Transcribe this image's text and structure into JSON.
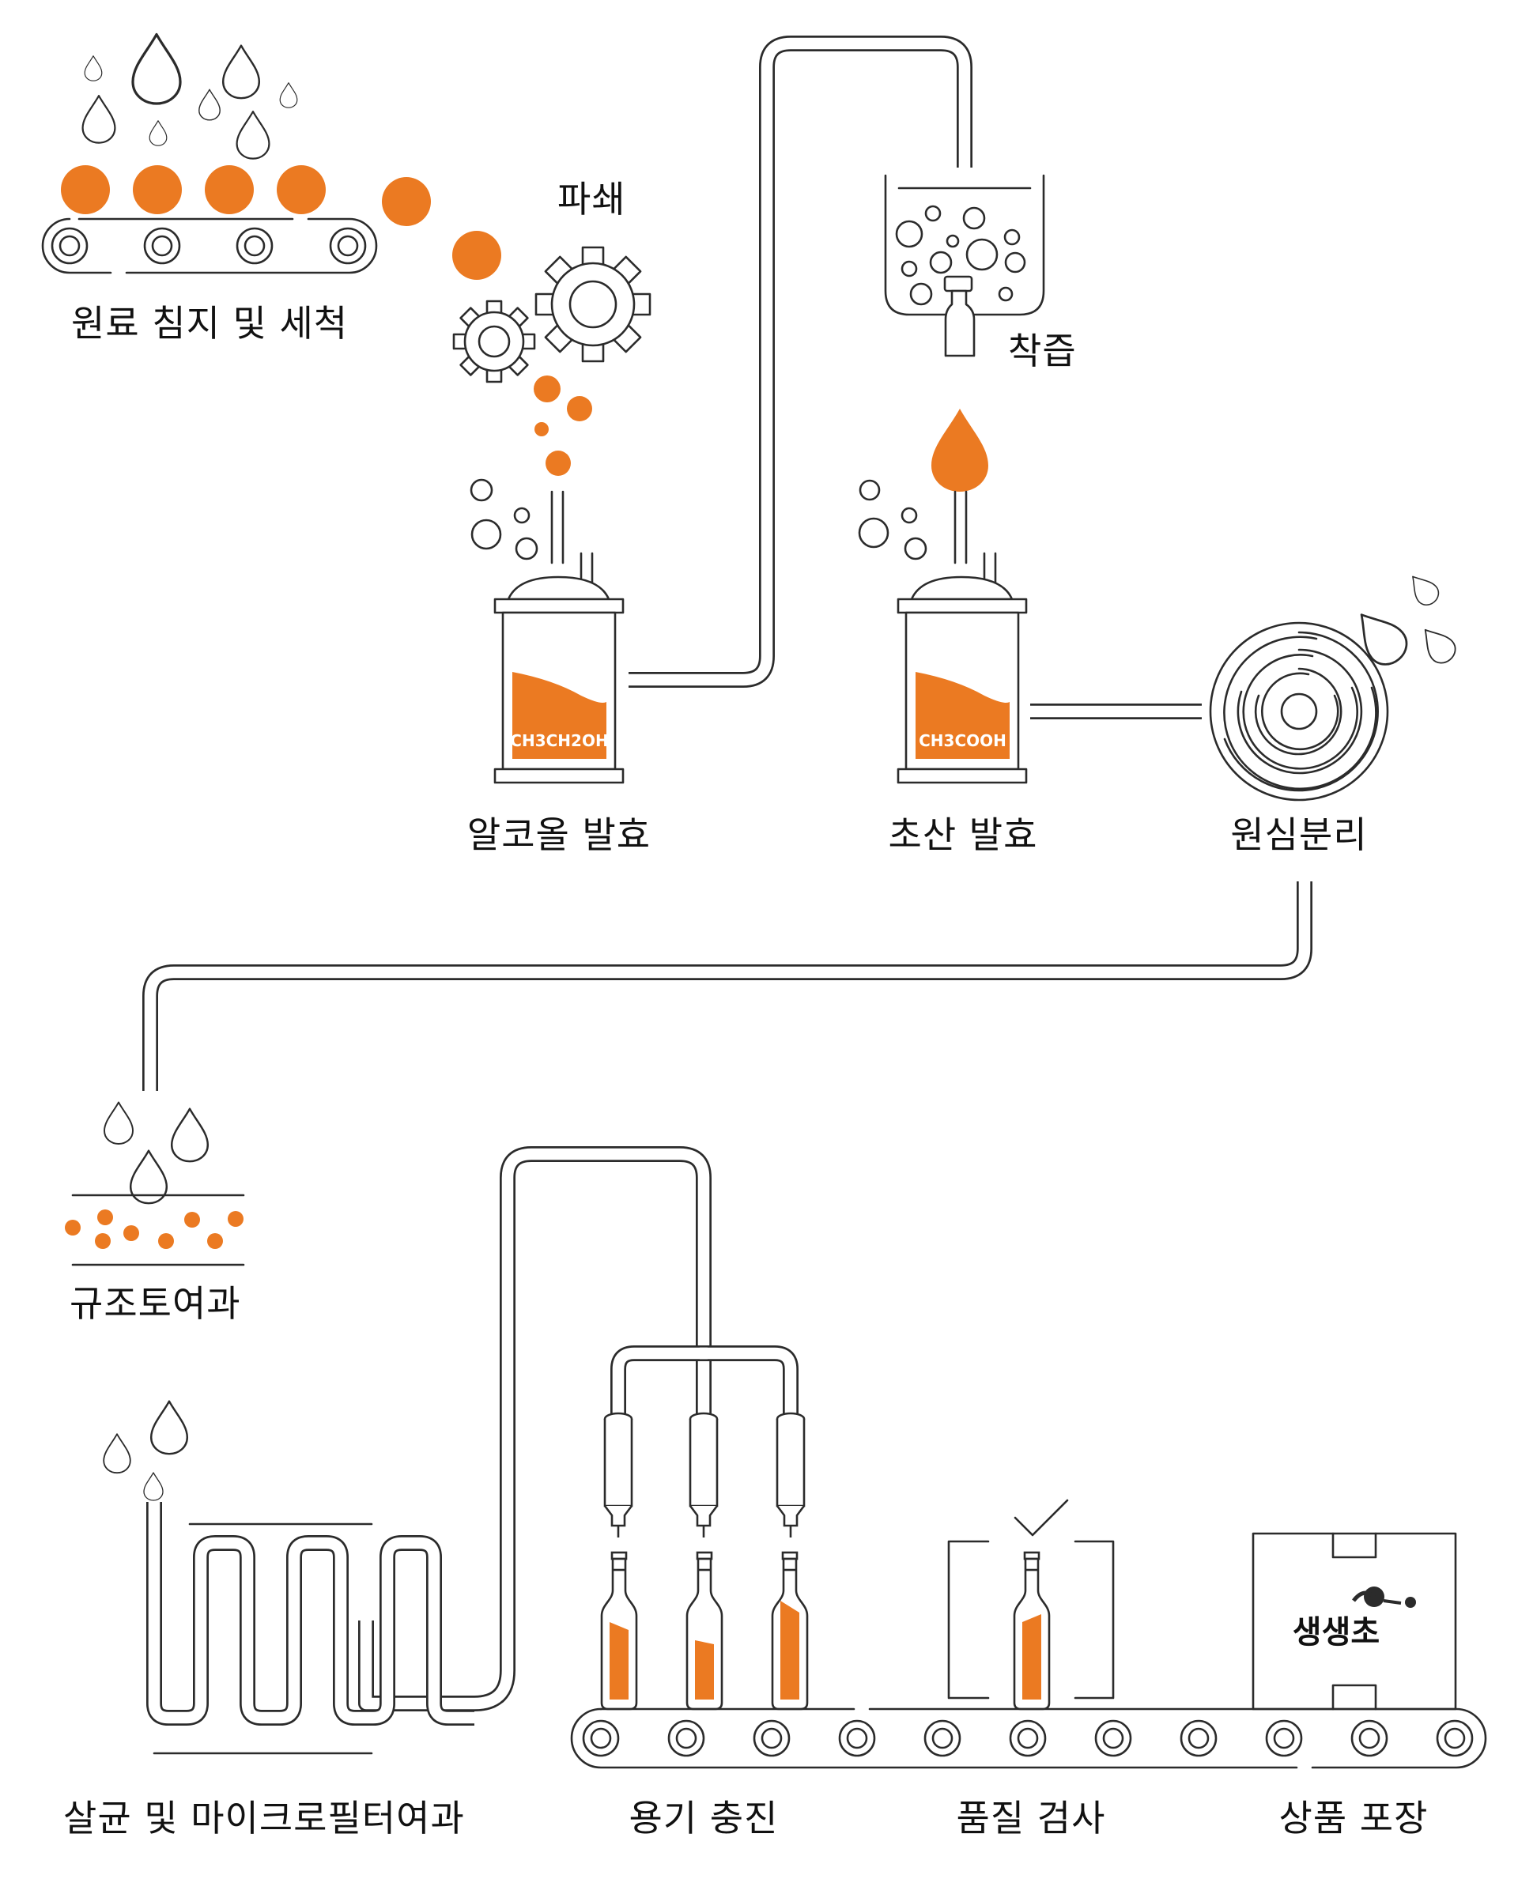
{
  "steps": {
    "soak": "원료 침지 및 세척",
    "crush": "파쇄",
    "juice": "착즙",
    "alcohol": "알코올 발효",
    "acetic": "초산 발효",
    "centrifuge": "원심분리",
    "diatom": "규조토여과",
    "sterilize": "살균 및 마이크로필터여과",
    "fill": "용기 충진",
    "inspect": "품질 검사",
    "pack": "상품 포장"
  },
  "tanks": {
    "alcohol_formula": "CH3CH2OH",
    "acetic_formula": "CH3COOH"
  },
  "brand": "생생초",
  "colors": {
    "accent": "#eb7a22",
    "line": "#2b2b2b",
    "text": "#111111"
  },
  "icons": [
    "water-drop-icon",
    "orange-fruit-icon",
    "conveyor-belt-icon",
    "gear-icon",
    "juicer-tank-icon",
    "fermentation-tank-icon",
    "centrifuge-icon",
    "filter-layer-icon",
    "coil-pipe-icon",
    "filler-nozzle-icon",
    "bottle-icon",
    "check-icon",
    "box-icon"
  ]
}
